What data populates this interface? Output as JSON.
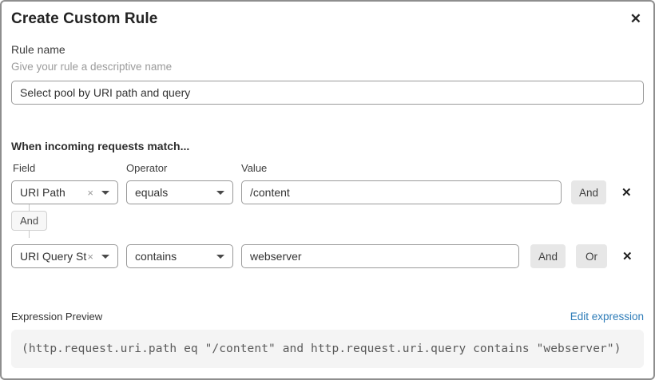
{
  "dialog": {
    "title": "Create Custom Rule"
  },
  "icons": {
    "close": "✕",
    "clear": "×",
    "remove": "✕"
  },
  "rule_name": {
    "label": "Rule name",
    "help": "Give your rule a descriptive name",
    "value": "Select pool by URI path and query"
  },
  "match": {
    "heading": "When incoming requests match...",
    "columns": {
      "field": "Field",
      "operator": "Operator",
      "value": "Value"
    },
    "connector_label": "And",
    "rows": [
      {
        "field": "URI Path",
        "operator": "equals",
        "value": "/content",
        "and_label": "And"
      },
      {
        "field": "URI Query St...",
        "operator": "contains",
        "value": "webserver",
        "and_label": "And",
        "or_label": "Or"
      }
    ]
  },
  "expression": {
    "label": "Expression Preview",
    "edit_link": "Edit expression",
    "code": "(http.request.uri.path eq \"/content\" and http.request.uri.query contains \"webserver\")"
  },
  "colors": {
    "link": "#2e7cb8",
    "button_bg": "#e7e7e7",
    "code_bg": "#f4f4f4",
    "dialog_border": "#8e8e8e"
  }
}
